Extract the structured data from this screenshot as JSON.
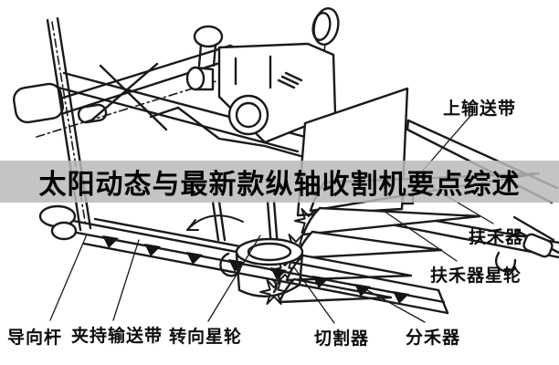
{
  "banner": {
    "title": "太阳动态与最新款纵轴收割机要点综述",
    "background_color": "#bababa",
    "text_color": "#000000"
  },
  "diagram": {
    "description": "vertical-axis harvester technical line drawing",
    "line_color": "#1a1a1a",
    "background_color": "#ffffff",
    "labels": [
      {
        "id": "upper-conveyor-belt",
        "text": "上输送带"
      },
      {
        "id": "grain-lifter",
        "text": "扶禾器"
      },
      {
        "id": "grain-lifter-star-wheel",
        "text": "扶禾器星轮"
      },
      {
        "id": "grain-divider",
        "text": "分禾器"
      },
      {
        "id": "cutter",
        "text": "切割器"
      },
      {
        "id": "steering-star-wheel",
        "text": "转向星轮"
      },
      {
        "id": "clamping-conveyor-belt",
        "text": "夹持输送带"
      },
      {
        "id": "guide-rod",
        "text": "导向杆"
      }
    ]
  }
}
